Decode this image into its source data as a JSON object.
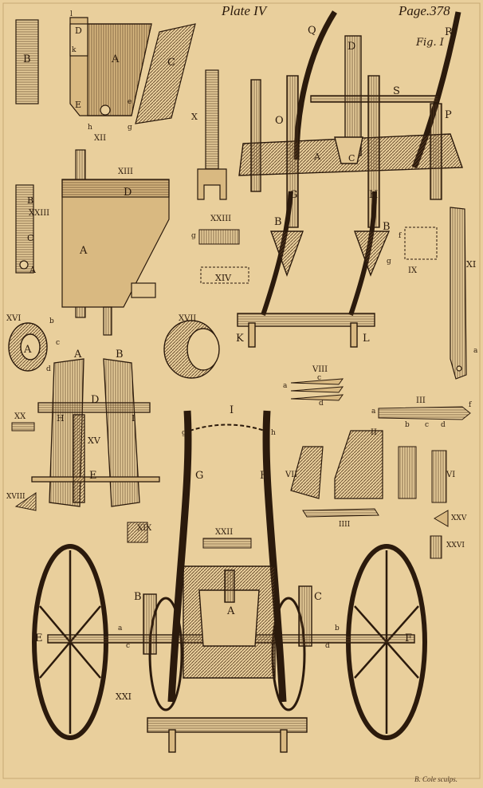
{
  "header": {
    "plate": "Plate IV",
    "page": "Page.378"
  },
  "engraver": "B. Cole sculps.",
  "figure_labels": {
    "fig1": "Fig. I",
    "II": "II",
    "III": "III",
    "IIII": "IIII",
    "VI": "VI",
    "VII": "VII",
    "VIII": "VIII",
    "IX": "IX",
    "X": "X",
    "XI": "XI",
    "XII": "XII",
    "XIII": "XIII",
    "XIV": "XIV",
    "XV": "XV",
    "XVI": "XVI",
    "XVII": "XVII",
    "XVIII": "XVIII",
    "XIX": "XIX",
    "XX": "XX",
    "XXI": "XXI",
    "XXII": "XXII",
    "XXIII_a": "XXIII",
    "XXIII_b": "XXIII",
    "XXV": "XXV",
    "XXVI": "XXVI"
  },
  "letters": {
    "A": "A",
    "B": "B",
    "C": "C",
    "D": "D",
    "E": "E",
    "F": "F",
    "G": "G",
    "H": "H",
    "I": "I",
    "K": "K",
    "L": "L",
    "O": "O",
    "P": "P",
    "Q": "Q",
    "R": "R",
    "S": "S",
    "a": "a",
    "b": "b",
    "c": "c",
    "d": "d",
    "e": "e",
    "f": "f",
    "g": "g",
    "h": "h",
    "k": "k",
    "l": "l"
  }
}
